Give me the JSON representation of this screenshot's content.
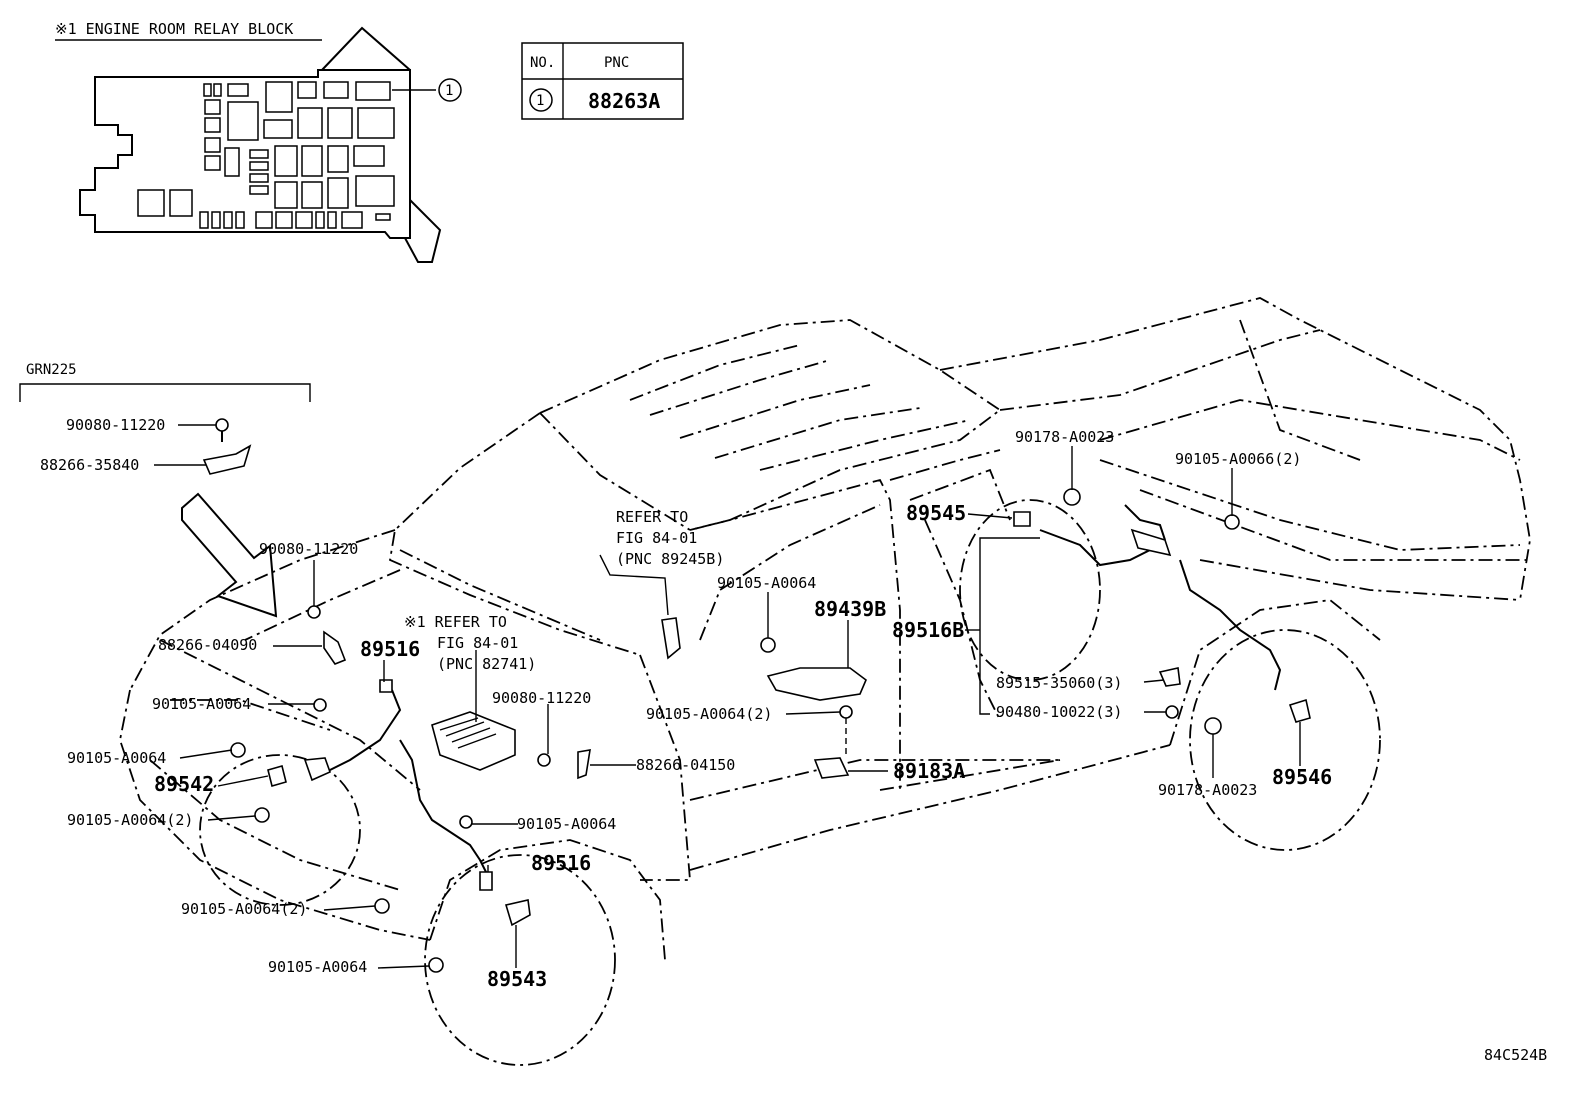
{
  "header": {
    "relay_block_title": "※1 ENGINE ROOM RELAY BLOCK"
  },
  "pnc_table": {
    "col_no": "NO.",
    "col_pnc": "PNC",
    "rows": [
      {
        "no": "1",
        "pnc": "88263A"
      }
    ]
  },
  "relay_callout": "1",
  "grn_section": {
    "title": "GRN225",
    "labels": [
      "90080-11220",
      "88266-35840"
    ]
  },
  "notes": {
    "refer_a": [
      "REFER TO",
      "FIG 84-01",
      "(PNC 89245B)"
    ],
    "refer_b": [
      "※1 REFER TO",
      "FIG 84-01",
      "(PNC 82741)"
    ]
  },
  "labels": {
    "l_90080_a": "90080-11220",
    "l_88266_04090": "88266-04090",
    "l_89516_a": "89516",
    "l_90105_a": "90105-A0064",
    "l_90105_b": "90105-A0064",
    "l_89542": "89542",
    "l_90105_2a": "90105-A0064(2)",
    "l_90105_2b": "90105-A0064(2)",
    "l_90105_c": "90105-A0064",
    "l_90080_b": "90080-11220",
    "l_88266_04150": "88266-04150",
    "l_90105_d": "90105-A0064",
    "l_89516_b": "89516",
    "l_89543": "89543",
    "l_90105_e": "90105-A0064",
    "l_90105_2c": "90105-A0064(2)",
    "l_89439b": "89439B",
    "l_89183a": "89183A",
    "l_89545": "89545",
    "l_90178_a": "90178-A0023",
    "l_90105_a0066": "90105-A0066(2)",
    "l_89516b": "89516B",
    "l_89515": "89515-35060(3)",
    "l_90480": "90480-10022(3)",
    "l_90178_b": "90178-A0023",
    "l_89546": "89546"
  },
  "footer": {
    "diagram_code": "84C524B"
  }
}
